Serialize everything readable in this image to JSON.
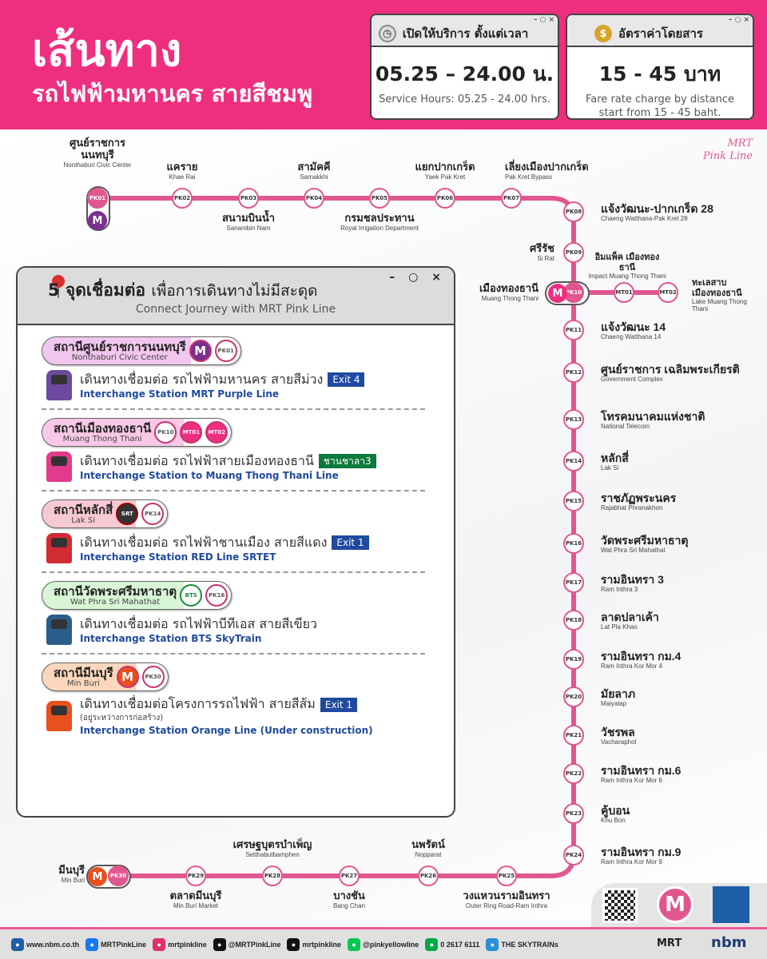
{
  "header": {
    "title_line1": "เส้นทาง",
    "title_line2": "รถไฟฟ้ามหานคร สายสีชมพู"
  },
  "hours_card": {
    "title": "เปิดให้บริการ ตั้งแต่เวลา",
    "value": "05.25 – 24.00 น.",
    "subtitle": "Service Hours: 05.25 - 24.00 hrs.",
    "icon": "clock-icon",
    "controls": "– ○ ×"
  },
  "fare_card": {
    "title": "อัตราค่าโดยสาร",
    "value": "15 - 45 บาท",
    "subtitle_line1": "Fare rate charge by distance",
    "subtitle_line2": "start from 15 - 45 baht.",
    "icon": "money-bag-icon",
    "controls": "– ○ ×"
  },
  "brand": {
    "line1": "MRT",
    "line2": "Pink Line"
  },
  "colors": {
    "pink": "#ee2f7f",
    "line": "#e0578f",
    "purple": "#7b2f8f",
    "orange": "#e8501e",
    "exit_blue": "#1f4aa0",
    "platform_green": "#0b7a3b"
  },
  "stations": [
    {
      "code": "PK01",
      "th": "ศูนย์ราชการ นนทบุรี",
      "en": "Nonthaburi Civic Center"
    },
    {
      "code": "PK02",
      "th": "แคราย",
      "en": "Khae Rai"
    },
    {
      "code": "PK03",
      "th": "สนามบินน้ำ",
      "en": "Sanambin Nam"
    },
    {
      "code": "PK04",
      "th": "สามัคคี",
      "en": "Samakkhi"
    },
    {
      "code": "PK05",
      "th": "กรมชลประทาน",
      "en": "Royal Irrigation Department"
    },
    {
      "code": "PK06",
      "th": "แยกปากเกร็ด",
      "en": "Yaek Pak Kret"
    },
    {
      "code": "PK07",
      "th": "เลี่ยงเมืองปากเกร็ด",
      "en": "Pak Kret Bypass"
    },
    {
      "code": "PK08",
      "th": "แจ้งวัฒนะ-ปากเกร็ด 28",
      "en": "Chaeng Watthana-Pak Kret 28"
    },
    {
      "code": "PK09",
      "th": "ศรีรัช",
      "en": "Si Rat"
    },
    {
      "code": "PK10",
      "th": "เมืองทองธานี",
      "en": "Muang Thong Thani"
    },
    {
      "code": "PK11",
      "th": "แจ้งวัฒนะ 14",
      "en": "Chaeng Watthana 14"
    },
    {
      "code": "PK12",
      "th": "ศูนย์ราชการ เฉลิมพระเกียรติ",
      "en": "Government Complex"
    },
    {
      "code": "PK13",
      "th": "โทรคมนาคมแห่งชาติ",
      "en": "National Telecom"
    },
    {
      "code": "PK14",
      "th": "หลักสี่",
      "en": "Lak Si"
    },
    {
      "code": "PK15",
      "th": "ราชภัฏพระนคร",
      "en": "Rajabhat Phranakhon"
    },
    {
      "code": "PK16",
      "th": "วัดพระศรีมหาธาตุ",
      "en": "Wat Phra Sri Mahathat"
    },
    {
      "code": "PK17",
      "th": "รามอินทรา 3",
      "en": "Ram Inthra 3"
    },
    {
      "code": "PK18",
      "th": "ลาดปลาเค้า",
      "en": "Lat Pla Khao"
    },
    {
      "code": "PK19",
      "th": "รามอินทรา กม.4",
      "en": "Ram Inthra Kor Mor 4"
    },
    {
      "code": "PK20",
      "th": "มัยลาภ",
      "en": "Maiyalap"
    },
    {
      "code": "PK21",
      "th": "วัชรพล",
      "en": "Vacharaphol"
    },
    {
      "code": "PK22",
      "th": "รามอินทรา กม.6",
      "en": "Ram Inthra Kor Mor 6"
    },
    {
      "code": "PK23",
      "th": "คู้บอน",
      "en": "Khu Bon"
    },
    {
      "code": "PK24",
      "th": "รามอินทรา กม.9",
      "en": "Ram Inthra Kor Mor 9"
    },
    {
      "code": "PK25",
      "th": "วงแหวนรามอินทรา",
      "en": "Outer Ring Road-Ram Inthra"
    },
    {
      "code": "PK26",
      "th": "นพรัตน์",
      "en": "Nopparat"
    },
    {
      "code": "PK27",
      "th": "บางชัน",
      "en": "Bang Chan"
    },
    {
      "code": "PK28",
      "th": "เศรษฐบุตรบำเพ็ญ",
      "en": "Setthabutbamphen"
    },
    {
      "code": "PK29",
      "th": "ตลาดมีนบุรี",
      "en": "Min Buri Market"
    },
    {
      "code": "PK30",
      "th": "มีนบุรี",
      "en": "Min Buri"
    },
    {
      "code": "MT01",
      "th": "อิมแพ็ค เมืองทองธานี",
      "en": "Impact Muang Thong Thani"
    },
    {
      "code": "MT02",
      "th": "ทะเลสาบ เมืองทองธานี",
      "en": "Lake Muang Thong Thani"
    }
  ],
  "panel": {
    "title_bold": "5 จุดเชื่อมต่อ",
    "title_rest": "เพื่อการเดินทางไม่มีสะดุด",
    "subtitle": "Connect Journey with MRT Pink Line",
    "controls": "– ○ ×",
    "items": [
      {
        "th": "สถานีศูนย์ราชการนนทบุรี",
        "en": "Nonthaburi Civic Center",
        "codes": [
          "M",
          "PK01"
        ],
        "connect_th": "เดินทางเชื่อมต่อ รถไฟฟ้ามหานคร สายสีม่วง",
        "badge": "Exit 4",
        "connect_en": "Interchange Station MRT Purple Line",
        "tag_color": "#f1c6ee",
        "train_color": "#6b4aa0"
      },
      {
        "th": "สถานีเมืองทองธานี",
        "en": "Muang Thong Thani",
        "codes": [
          "PK10",
          "MT01",
          "MT02"
        ],
        "connect_th": "เดินทางเชื่อมต่อ รถไฟฟ้าสายเมืองทองธานี",
        "badge": "ชานชาลา3",
        "connect_en": "Interchange Station to Muang Thong Thani Line",
        "tag_color": "#f8c8e6",
        "train_color": "#e43a8c"
      },
      {
        "th": "สถานีหลักสี่",
        "en": "Lak Si",
        "codes": [
          "SRT",
          "PK14"
        ],
        "connect_th": "เดินทางเชื่อมต่อ รถไฟฟ้าชานเมือง สายสีแดง",
        "badge": "Exit 1",
        "connect_en": "Interchange Station RED Line SRTET",
        "tag_color": "#f7c9d4",
        "train_color": "#d22b35"
      },
      {
        "th": "สถานีวัดพระศรีมหาธาตุ",
        "en": "Wat Phra Sri Mahathat",
        "codes": [
          "BTS",
          "PK16"
        ],
        "connect_th": "เดินทางเชื่อมต่อ รถไฟฟ้าบีทีเอส สายสีเขียว",
        "badge": "",
        "connect_en": "Interchange Station BTS SkyTrain",
        "tag_color": "#d8f5d6",
        "train_color": "#2b5d8a"
      },
      {
        "th": "สถานีมีนบุรี",
        "en": "Min Buri",
        "codes": [
          "M",
          "PK30"
        ],
        "connect_th": "เดินทางเชื่อมต่อโครงการรถไฟฟ้า สายสีส้ม",
        "note": "(อยู่ระหว่างการก่อสร้าง)",
        "badge": "Exit 1",
        "connect_en": "Interchange Station Orange Line (Under construction)",
        "tag_color": "#fbd7bd",
        "train_color": "#e8501e"
      }
    ]
  },
  "logos": {
    "mrt": "MRT",
    "nbm": "nbm"
  },
  "footer": [
    {
      "icon": "globe-icon",
      "text": "www.nbm.co.th",
      "color": "#1d5fa8"
    },
    {
      "icon": "facebook-icon",
      "text": "MRTPinkLine",
      "color": "#1877f2"
    },
    {
      "icon": "instagram-icon",
      "text": "mrtpinkline",
      "color": "#e1306c"
    },
    {
      "icon": "x-icon",
      "text": "@MRTPinkLine",
      "color": "#111"
    },
    {
      "icon": "tiktok-icon",
      "text": "mrtpinkline",
      "color": "#111"
    },
    {
      "icon": "line-icon",
      "text": "@pinkyellowline",
      "color": "#06c755"
    },
    {
      "icon": "phone-icon",
      "text": "0 2617 6111",
      "color": "#06a846"
    },
    {
      "icon": "skytrains-icon",
      "text": "THE SKYTRAINs",
      "color": "#2b8fd6"
    }
  ]
}
